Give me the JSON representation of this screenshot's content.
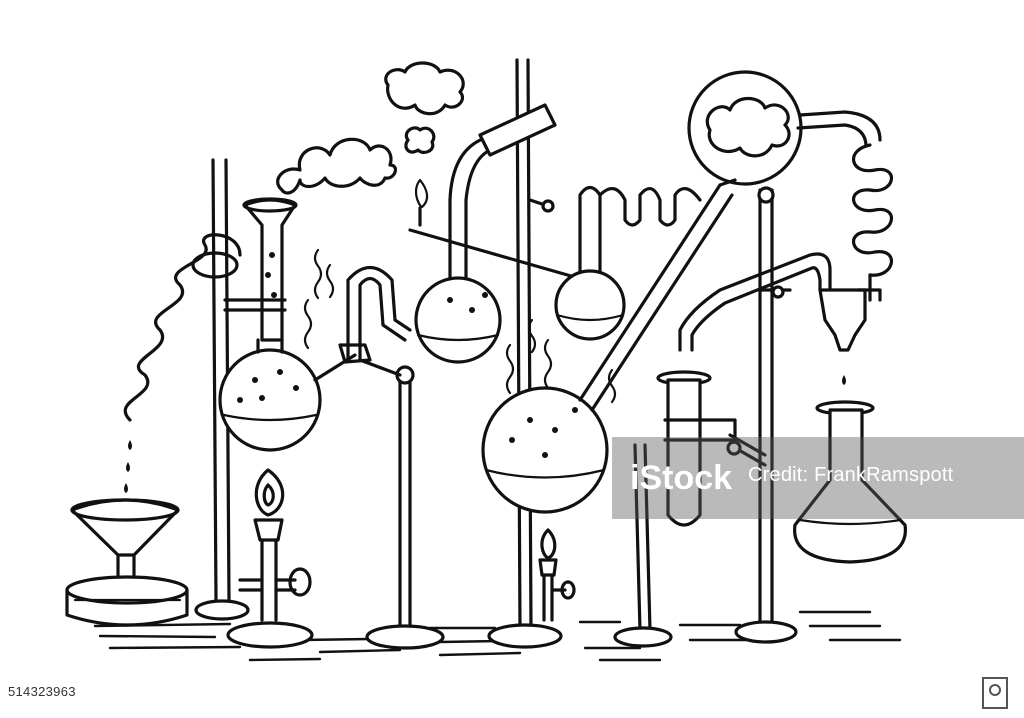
{
  "image": {
    "subject": "Hand-drawn black ink sketch of a chaotic chemistry laboratory apparatus setup",
    "style": "black line drawing on white"
  },
  "watermark": {
    "logo_text": "iStock",
    "caption": "Credit: FrankRamspott"
  },
  "footer": {
    "stock_id": "514323963"
  },
  "colors": {
    "ink": "#111111",
    "background": "#ffffff",
    "watermark_overlay": "rgba(90,90,90,0.42)"
  }
}
